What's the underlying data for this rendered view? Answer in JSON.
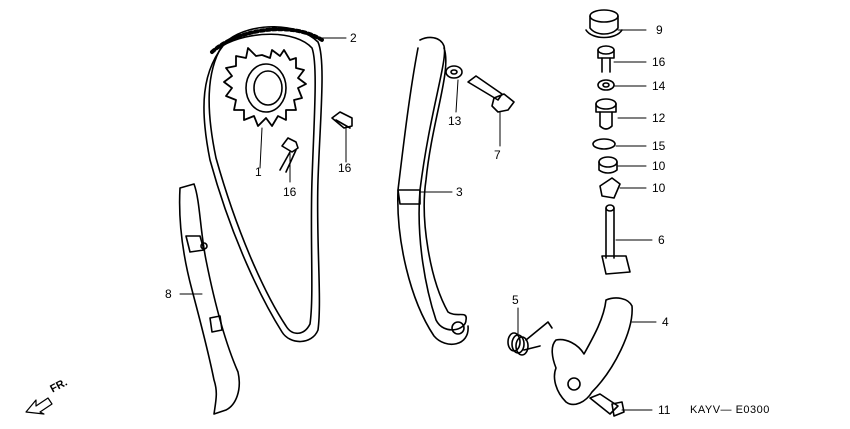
{
  "diagram": {
    "code": "KAYV— E0300",
    "front_marker": "FR.",
    "callouts": [
      "1",
      "2",
      "3",
      "4",
      "5",
      "6",
      "7",
      "8",
      "9",
      "10",
      "10",
      "11",
      "12",
      "13",
      "14",
      "15",
      "16",
      "16",
      "16"
    ]
  }
}
